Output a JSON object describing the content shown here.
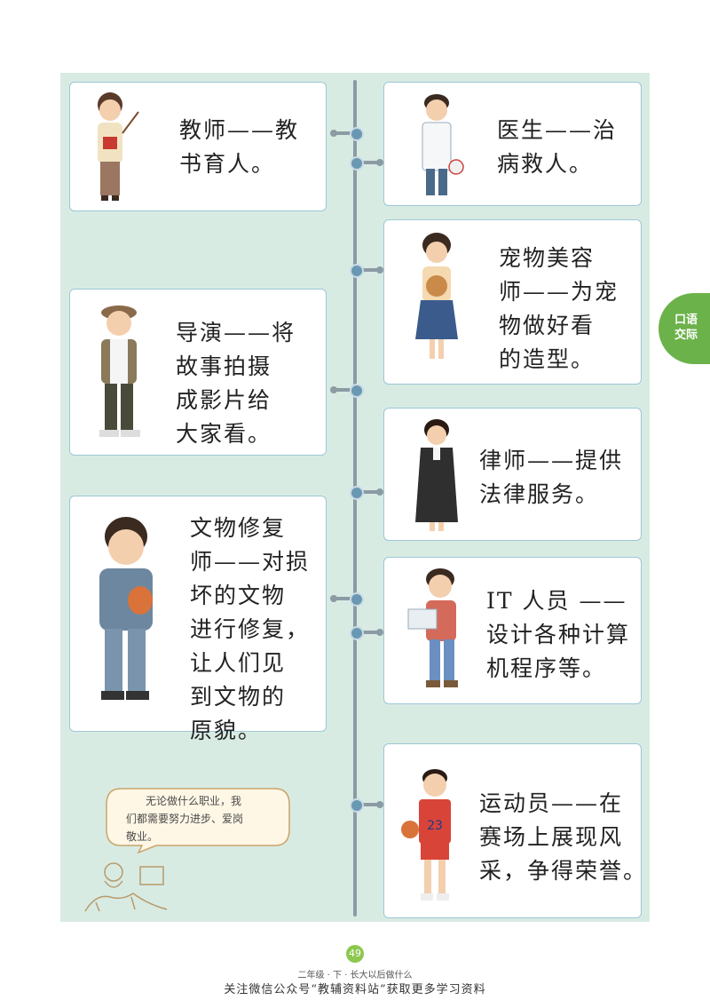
{
  "side_tab": {
    "line1": "口语",
    "line2": "交际"
  },
  "cards": {
    "teacher": [
      "教师——教",
      "书育人。"
    ],
    "doctor": [
      "医生——治",
      "病救人。"
    ],
    "groomer": [
      "宠物美容",
      "师——为宠",
      "物做好看",
      "的造型。"
    ],
    "director": [
      "导演——将",
      "故事拍摄",
      "成影片给",
      "大家看。"
    ],
    "lawyer": [
      "律师——提供",
      "法律服务。"
    ],
    "restorer": [
      "文物修复",
      "师——对损",
      "坏的文物",
      "进行修复，",
      "让人们见",
      "到文物的",
      "原貌。"
    ],
    "it": [
      "IT 人员 ——",
      "设计各种计算",
      "机程序等。"
    ],
    "athlete": [
      "运动员——在",
      "赛场上展现风",
      "采，争得荣誉。"
    ]
  },
  "bubble": {
    "line1": "无论做什么职业，我",
    "line2": "们都需要努力进步、爱岗",
    "line3": "敬业。"
  },
  "athlete_number": "23",
  "page_number": "49",
  "footer_title": "二年级 · 下 · 长大以后做什么",
  "watermark": "关注微信公众号“教辅资料站”获取更多学习资料",
  "colors": {
    "panel": "#d8ebe3",
    "card_border": "#9cc7d6",
    "tab": "#6cb24a",
    "timeline": "#8b9aa3"
  }
}
